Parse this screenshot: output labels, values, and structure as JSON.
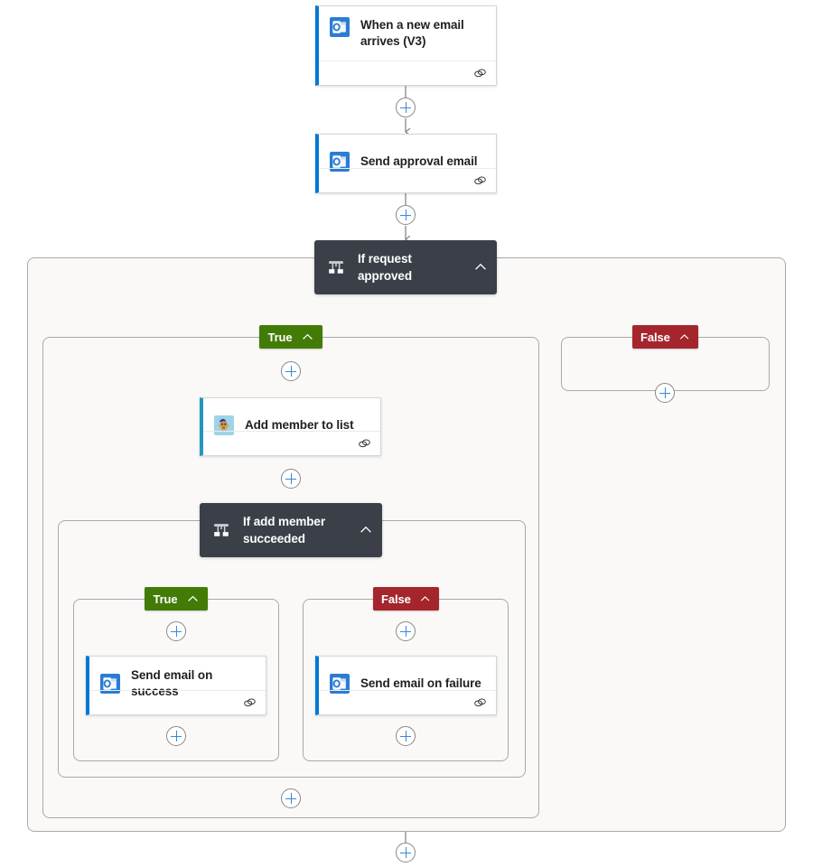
{
  "flow": {
    "title": "Power Automate flow designer canvas",
    "colors": {
      "true_badge": "#427c07",
      "false_badge": "#a4262c",
      "condition_block": "#3b4048",
      "card_accent_outlook": "#0078d4",
      "card_accent_mailchimp": "#2596be",
      "scope_background": "#faf9f8",
      "scope_border": "#a9a9a9",
      "plus_glyph": "#3a87d8",
      "connector_line": "#8a8886"
    },
    "steps": {
      "trigger": {
        "title": "When a new email arrives (V3)",
        "icon": "outlook-icon",
        "connector_icon": "connection-link-icon"
      },
      "send_approval": {
        "title": "Send approval email",
        "icon": "outlook-icon",
        "connector_icon": "connection-link-icon"
      },
      "condition_outer": {
        "title": "If request approved",
        "icon": "condition-branch-icon",
        "collapse_icon": "chevron-up-icon"
      },
      "add_member": {
        "title": "Add member to list",
        "icon": "mailchimp-icon",
        "connector_icon": "connection-link-icon"
      },
      "condition_inner": {
        "title": "If add member succeeded",
        "icon": "condition-branch-icon",
        "collapse_icon": "chevron-up-icon"
      },
      "send_success": {
        "title": "Send email on success",
        "icon": "outlook-icon",
        "connector_icon": "connection-link-icon"
      },
      "send_failure": {
        "title": "Send email on failure",
        "icon": "outlook-icon",
        "connector_icon": "connection-link-icon"
      }
    },
    "branches": {
      "outer_true": {
        "label": "True",
        "collapse_icon": "chevron-up-icon"
      },
      "outer_false": {
        "label": "False",
        "collapse_icon": "chevron-up-icon"
      },
      "inner_true": {
        "label": "True",
        "collapse_icon": "chevron-up-icon"
      },
      "inner_false": {
        "label": "False",
        "collapse_icon": "chevron-up-icon"
      }
    },
    "add_buttons": [
      {
        "name": "add-step-after-trigger"
      },
      {
        "name": "add-step-after-send-approval"
      },
      {
        "name": "add-step-outer-true-top"
      },
      {
        "name": "add-step-outer-false"
      },
      {
        "name": "add-step-after-add-member"
      },
      {
        "name": "add-step-inner-true-top"
      },
      {
        "name": "add-step-inner-false-top"
      },
      {
        "name": "add-step-inner-true-bottom"
      },
      {
        "name": "add-step-inner-false-bottom"
      },
      {
        "name": "add-step-outer-true-bottom"
      },
      {
        "name": "add-step-after-condition"
      }
    ]
  }
}
